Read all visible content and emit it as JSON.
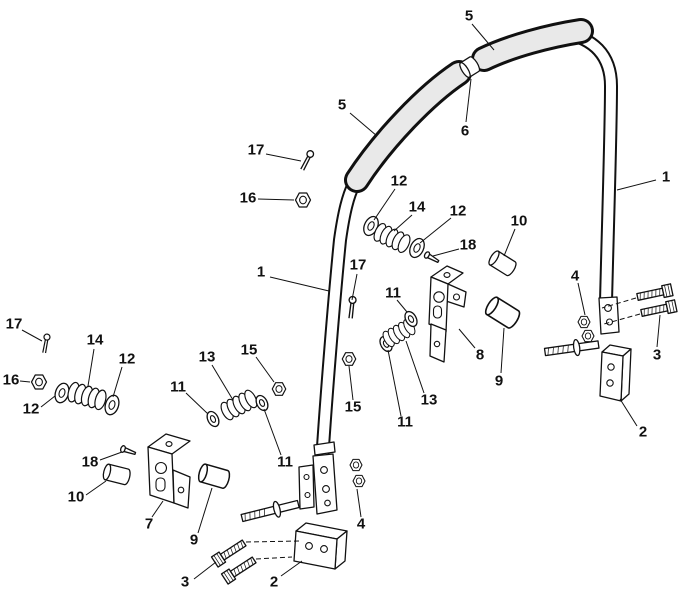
{
  "figure": {
    "type": "exploded-parts-diagram",
    "background_color": "#ffffff",
    "line_color": "#111111",
    "grip_fill": "#e9e9e9"
  },
  "callouts": [
    {
      "label": "5"
    },
    {
      "label": "5"
    },
    {
      "label": "6"
    },
    {
      "label": "1"
    },
    {
      "label": "17"
    },
    {
      "label": "16"
    },
    {
      "label": "12"
    },
    {
      "label": "14"
    },
    {
      "label": "12"
    },
    {
      "label": "18"
    },
    {
      "label": "10"
    },
    {
      "label": "1"
    },
    {
      "label": "17"
    },
    {
      "label": "11"
    },
    {
      "label": "8"
    },
    {
      "label": "4"
    },
    {
      "label": "3"
    },
    {
      "label": "9"
    },
    {
      "label": "2"
    },
    {
      "label": "13"
    },
    {
      "label": "11"
    },
    {
      "label": "15"
    },
    {
      "label": "17"
    },
    {
      "label": "14"
    },
    {
      "label": "12"
    },
    {
      "label": "16"
    },
    {
      "label": "12"
    },
    {
      "label": "13"
    },
    {
      "label": "15"
    },
    {
      "label": "11"
    },
    {
      "label": "11"
    },
    {
      "label": "18"
    },
    {
      "label": "10"
    },
    {
      "label": "7"
    },
    {
      "label": "9"
    },
    {
      "label": "3"
    },
    {
      "label": "2"
    },
    {
      "label": "4"
    }
  ]
}
